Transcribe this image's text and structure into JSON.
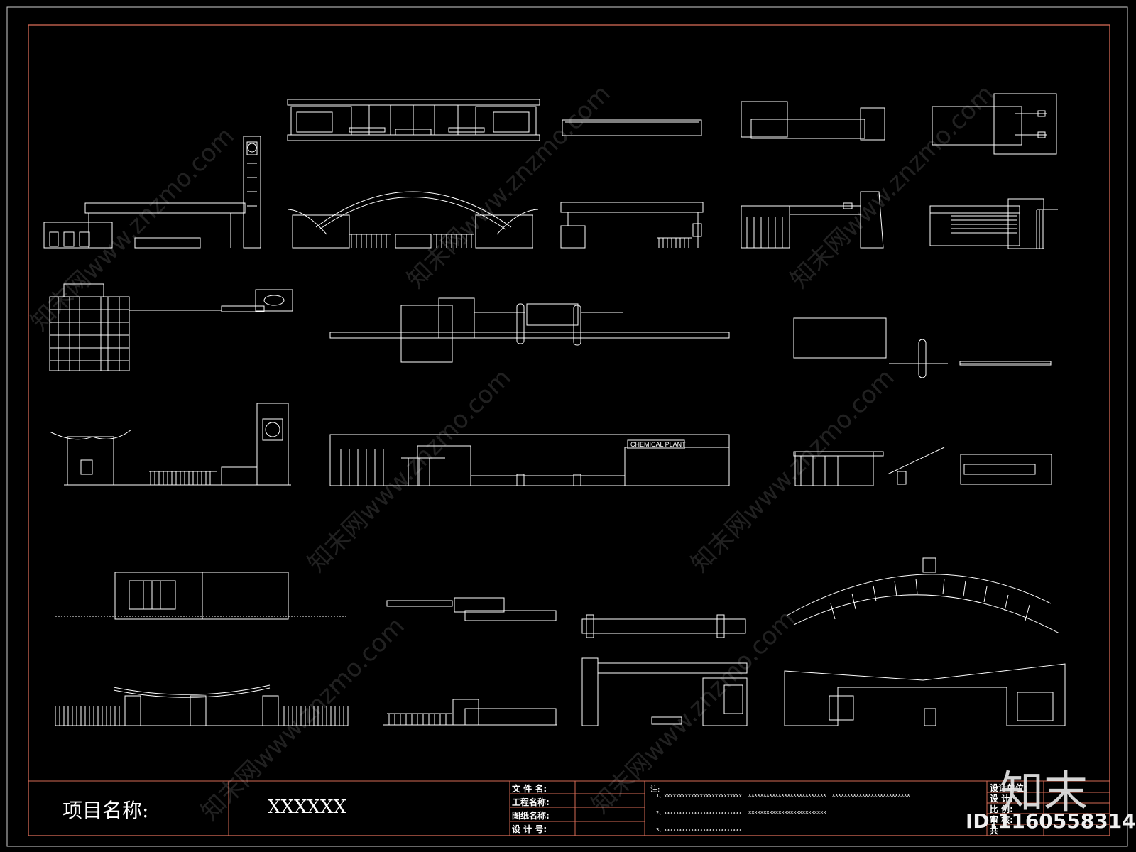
{
  "colors": {
    "background": "#000000",
    "frame": "#d46a55",
    "lines": "#ffffff"
  },
  "title_block": {
    "project_label": "项目名称:",
    "project_value": "XXXXXX",
    "fields": [
      "文 件 名:",
      "工程名称:",
      "图纸名称:",
      "设 计 号:"
    ],
    "notes_title": "注:",
    "notes": [
      "1、xxxxxxxxxxxxxxxxxxxxxxxxxx",
      "xxxxxxxxxxxxxxxxxxxxxxxxxx",
      "xxxxxxxxxxxxxxxxxxxxxxxxxx",
      "2、xxxxxxxxxxxxxxxxxxxxxxxxxx",
      "xxxxxxxxxxxxxxxxxxxxxxxxxx",
      "3、xxxxxxxxxxxxxxxxxxxxxxxxxx"
    ],
    "right_labels": [
      "设计单位:",
      "设 计:",
      "比 例:",
      "审 核:",
      "共"
    ]
  },
  "drawing_labels": {
    "chemical_plant": "CHEMICAL PLANT"
  },
  "watermark": {
    "logo": "知末",
    "id": "ID:1160558314",
    "text": "知末网www.znzmo.com"
  }
}
